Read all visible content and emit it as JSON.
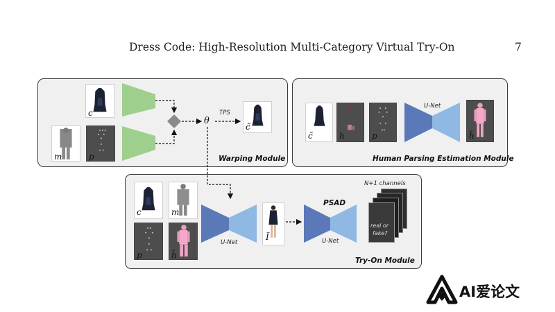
{
  "header": {
    "title": "Dress Code: High-Resolution Multi-Category Virtual Try-On",
    "page_number": "7"
  },
  "warping_module": {
    "title": "Warping Module",
    "inputs": {
      "c": "c",
      "m": "m",
      "p": "p"
    },
    "theta": "θ",
    "tps_label": "TPS",
    "output": "c̃"
  },
  "parsing_module": {
    "title": "Human Parsing Estimation Module",
    "inputs": {
      "c_tilde": "c̃",
      "h": "h",
      "p": "p"
    },
    "unet_label": "U-Net",
    "output": "h̃"
  },
  "tryon_module": {
    "title": "Try-On Module",
    "inputs": {
      "c": "c",
      "m": "m",
      "p": "p",
      "h_tilde": "h̃"
    },
    "unet_label_1": "U-Net",
    "output": "Ĩ",
    "psad_label": "PSAD",
    "unet_label_2": "U-Net",
    "channels_label": "N+1 channels",
    "discriminator_text_1": "real or",
    "discriminator_text_2": "fake?"
  },
  "colors": {
    "encoder_green": "#9fcf8c",
    "unet_dark_blue": "#5b79b8",
    "unet_light_blue": "#8fb8e2",
    "module_bg": "#f0f0f0"
  },
  "watermark": {
    "text": "AI爱论文",
    "icon": "a-logo-icon"
  }
}
